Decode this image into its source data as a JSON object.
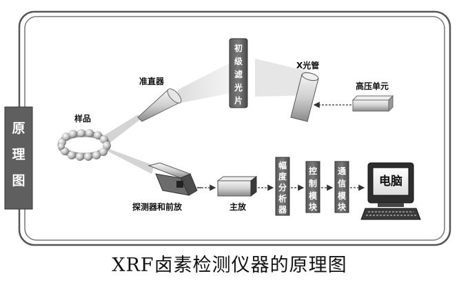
{
  "side_tab": [
    "原",
    "理",
    "图"
  ],
  "components": {
    "sample": "样品",
    "collimator": "准直器",
    "primary_filter": [
      "初",
      "级",
      "滤",
      "光",
      "片"
    ],
    "xray_tube": "X光管",
    "hv_unit": "高压单元",
    "detector": "探测器和前放",
    "main_amp": "主放",
    "pha": [
      "幅",
      "度",
      "分",
      "析",
      "器"
    ],
    "control": [
      "控",
      "制",
      "模",
      "块"
    ],
    "comm": [
      "通",
      "信",
      "模",
      "块"
    ],
    "computer": "电脑"
  },
  "caption": "XRF卤素检测仪器的原理图"
}
